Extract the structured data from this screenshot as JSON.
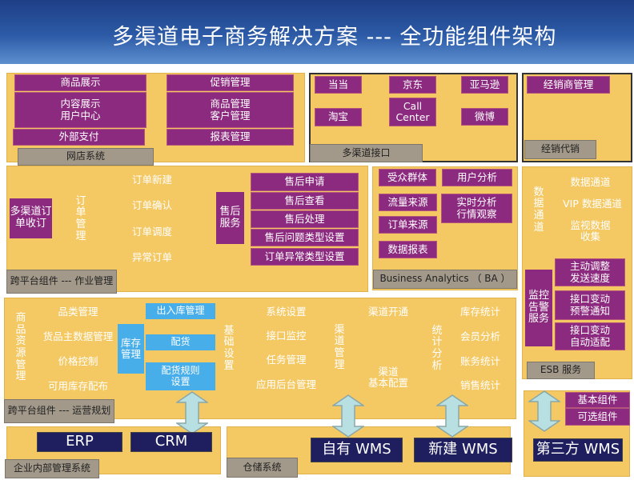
{
  "title": "多渠道电子商务解决方案 --- 全功能组件架构",
  "webstore": {
    "label": "网店系统",
    "left": [
      "商品展示",
      "内容展示\n用户中心",
      "外部支付"
    ],
    "right": [
      "促销管理",
      "商品管理\n客户管理",
      "报表管理"
    ]
  },
  "channels": {
    "label": "多渠道接口",
    "items": [
      "当当",
      "京东",
      "亚马逊",
      "淘宝",
      "Call\nCenter",
      "微博"
    ]
  },
  "distribution": {
    "label": "经销代销",
    "items": [
      "经销商管理"
    ]
  },
  "operations": {
    "label": "跨平台组件 --- 作业管理",
    "order_intake": "多渠道订单收订",
    "order_mgmt": "订单管理",
    "orders": [
      "订单新建",
      "订单确认",
      "订单调度",
      "异常订单"
    ],
    "aftersale": "售后服务",
    "aftersale_items": [
      "售后申请",
      "售后查看",
      "售后处理",
      "售后问题类型设置",
      "订单异常类型设置"
    ]
  },
  "ba": {
    "label": "Business Analytics （ BA ）",
    "items": [
      "受众群体",
      "用户分析",
      "流量来源",
      "实时分析\n行情观察",
      "订单来源",
      "数据报表"
    ]
  },
  "esb": {
    "label": "ESB 服务",
    "data_channel": "数据通道",
    "channel_items": [
      "数据通道",
      "VIP 数据通道",
      "监视数据\n收集"
    ],
    "monitor": "监控告警服务",
    "monitor_items": [
      "主动调整\n发送速度",
      "接口变动\n预警通知",
      "接口变动\n自动适配"
    ]
  },
  "planning": {
    "label": "跨平台组件 --- 运营规划",
    "product_res": "商品资源管理",
    "product_items": [
      "品类管理",
      "货品主数据管理",
      "价格控制",
      "可用库存配布"
    ],
    "inventory": "库存管理",
    "inventory_items": [
      "出入库管理",
      "配货",
      "配货规则\n设置"
    ],
    "basic": "基础设置",
    "basic_items": [
      "系统设置",
      "接口监控",
      "任务管理",
      "应用后台管理"
    ],
    "channel_mgmt": "渠道管理",
    "channel_items": [
      "渠道开通",
      "渠道\n基本配置"
    ],
    "stats": "统计分析",
    "stats_items": [
      "库存统计",
      "会员分析",
      "账务统计",
      "销售统计"
    ]
  },
  "enterprise": {
    "label": "企业内部管理系统",
    "items": [
      "ERP",
      "CRM"
    ]
  },
  "warehouse": {
    "label": "仓储系统",
    "items": [
      "自有 WMS",
      "新建 WMS"
    ]
  },
  "thirdparty": {
    "legend": [
      "基本组件",
      "可选组件"
    ],
    "wms": "第三方 WMS"
  }
}
